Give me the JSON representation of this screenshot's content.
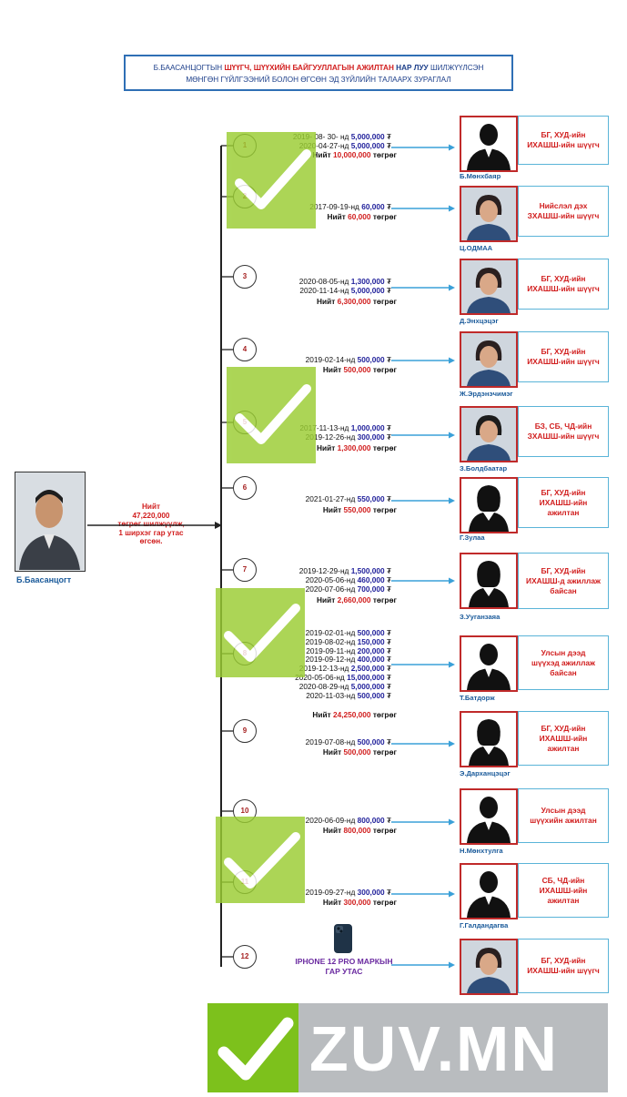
{
  "title": {
    "line1_a": "Б.БААСАНЦОГТЫН",
    "line1_b": "ШҮҮГЧ, ШҮҮХИЙН БАЙГУУЛЛАГЫН АЖИЛТАН",
    "line1_c": "НАР ЛУУ",
    "line1_d": "ШИЛЖҮҮЛСЭН",
    "line2": "МӨНГӨН ГҮЙЛГЭЭНИЙ БОЛОН ӨГСӨН ЭД ЗҮЙЛИЙН ТАЛААРХ ЗУРАГЛАЛ"
  },
  "source": {
    "name": "Б.Баасанцогт",
    "total_line1": "Нийт",
    "total_line2": "47,220,000",
    "total_line3": "төгрөг шилжүүлж,",
    "total_line4": "1 ширхэг гар утас",
    "total_line5": "өгсөн."
  },
  "recipients": [
    {
      "num": "1",
      "tx": [
        {
          "date": "2019- 08- 30- нд",
          "amt": "5,000,000",
          "cur": "₮"
        },
        {
          "date": "2020-04-27-нд",
          "amt": "5,000,000",
          "cur": "₮"
        }
      ],
      "total": {
        "pre": "Нийт",
        "amt": "10,000,000",
        "post": "төгрөг"
      },
      "name": "Б.Мөнхбаяр",
      "role": [
        "БГ, ХУД-ийн",
        "ИХАШШ-ийн шүүгч"
      ]
    },
    {
      "num": "2",
      "tx": [
        {
          "date": "2017-09-19-нд",
          "amt": "60,000",
          "cur": "₮"
        }
      ],
      "total": {
        "pre": "Нийт",
        "amt": "60,000",
        "post": "төгрөг"
      },
      "name": "Ц.ОДМАА",
      "role": [
        "Нийслэл дэх",
        "ЗХАШШ-ийн шүүгч"
      ]
    },
    {
      "num": "3",
      "tx": [
        {
          "date": "2020-08-05-нд",
          "amt": "1,300,000",
          "cur": "₮"
        },
        {
          "date": "2020-11-14-нд",
          "amt": "5,000,000",
          "cur": "₮"
        }
      ],
      "total": {
        "pre": "Нийт",
        "amt": "6,300,000",
        "post": "төгрөг"
      },
      "name": "Д.Энхцэцэг",
      "role": [
        "БГ, ХУД-ийн",
        "ИХАШШ-ийн шүүгч"
      ]
    },
    {
      "num": "4",
      "tx": [
        {
          "date": "2019-02-14-нд",
          "amt": "500,000",
          "cur": "₮"
        }
      ],
      "total": {
        "pre": "Нийт",
        "amt": "500,000",
        "post": "төгрөг"
      },
      "name": "Ж.Эрдэнэчимэг",
      "role": [
        "БГ, ХУД-ийн",
        "ИХАШШ-ийн шүүгч"
      ]
    },
    {
      "num": "5",
      "tx": [
        {
          "date": "2017-11-13-нд",
          "amt": "1,000,000",
          "cur": "₮"
        },
        {
          "date": "2019-12-26-нд",
          "amt": "300,000",
          "cur": "₮"
        }
      ],
      "total": {
        "pre": "Нийт",
        "amt": "1,300,000",
        "post": "төгрөг"
      },
      "name": "З.Болдбаатар",
      "role": [
        "БЗ, СБ, ЧД-ийн",
        "ЗХАШШ-ийн шүүгч"
      ]
    },
    {
      "num": "6",
      "tx": [
        {
          "date": "2021-01-27-нд",
          "amt": "550,000",
          "cur": "₮"
        }
      ],
      "total": {
        "pre": "Нийт",
        "amt": "550,000",
        "post": "төгрөг"
      },
      "name": "Г.Зулаа",
      "role": [
        "БГ, ХУД-ийн",
        "ИХАШШ-ийн",
        "ажилтан"
      ]
    },
    {
      "num": "7",
      "tx": [
        {
          "date": "2019-12-29-нд",
          "amt": "1,500,000",
          "cur": "₮"
        },
        {
          "date": "2020-05-06-нд",
          "amt": "460,000",
          "cur": "₮"
        },
        {
          "date": "2020-07-06-нд",
          "amt": "700,000",
          "cur": "₮"
        }
      ],
      "total": {
        "pre": "Нийт",
        "amt": "2,660,000",
        "post": "төгрөг"
      },
      "name": "З.Ууганзаяа",
      "role": [
        "БГ, ХУД-ийн",
        "ИХАШШ-д ажиллаж",
        "байсан"
      ]
    },
    {
      "num": "8",
      "tx": [
        {
          "date": "2019-02-01-нд",
          "amt": "500,000",
          "cur": "₮"
        },
        {
          "date": "2019-08-02-нд",
          "amt": "150,000",
          "cur": "₮"
        },
        {
          "date": "2019-09-11-нд",
          "amt": "200,000",
          "cur": "₮"
        },
        {
          "date": "2019-09-12-нд",
          "amt": "400,000",
          "cur": "₮"
        },
        {
          "date": "2019-12-13-нд",
          "amt": "2,500,000",
          "cur": "₮"
        },
        {
          "date": "2020-05-06-нд",
          "amt": "15,000,000",
          "cur": "₮"
        },
        {
          "date": "2020-08-29-нд",
          "amt": "5,000,000",
          "cur": "₮"
        },
        {
          "date": "2020-11-03-нд",
          "amt": "500,000",
          "cur": "₮"
        }
      ],
      "total": {
        "pre": "Нийт",
        "amt": "24,250,000",
        "post": "төгрөг"
      },
      "name": "Т.Батдорж",
      "role": [
        "Улсын дээд",
        "шүүхэд ажиллаж",
        "байсан"
      ]
    },
    {
      "num": "9",
      "tx": [
        {
          "date": "2019-07-08-нд",
          "amt": "500,000",
          "cur": "₮"
        }
      ],
      "total": {
        "pre": "Нийт",
        "amt": "500,000",
        "post": "төгрөг"
      },
      "name": "Э.Дарханцэцэг",
      "role": [
        "БГ, ХУД-ийн",
        "ИХАШШ-ийн",
        "ажилтан"
      ]
    },
    {
      "num": "10",
      "tx": [
        {
          "date": "2020-06-09-нд",
          "amt": "800,000",
          "cur": "₮"
        }
      ],
      "total": {
        "pre": "Нийт",
        "amt": "800,000",
        "post": "төгрөг"
      },
      "name": "Н.Мөнхтулга",
      "role": [
        "Улсын дээд",
        "шүүхийн ажилтан"
      ]
    },
    {
      "num": "11",
      "tx": [
        {
          "date": "2019-09-27-нд",
          "amt": "300,000",
          "cur": "₮"
        }
      ],
      "total": {
        "pre": "Нийт",
        "amt": "300,000",
        "post": "төгрөг"
      },
      "name": "Г.Галдандагва",
      "role": [
        "СБ, ЧД-ийн",
        "ИХАШШ-ийн",
        "ажилтан"
      ]
    },
    {
      "num": "12",
      "phone_label": [
        "IPHONE 12 PRO МАРКЫН",
        "ГАР УТАС"
      ],
      "name": "",
      "role": [
        "БГ, ХУД-ийн",
        "ИХАШШ-ийн шүүгч"
      ]
    }
  ],
  "watermark": "ZUV.MN",
  "colors": {
    "red": "#d11e1e",
    "blue": "#1f1f9a",
    "check": "#9acd32",
    "arrow": "#3aa0d8",
    "frame": "#2f6fb5"
  }
}
